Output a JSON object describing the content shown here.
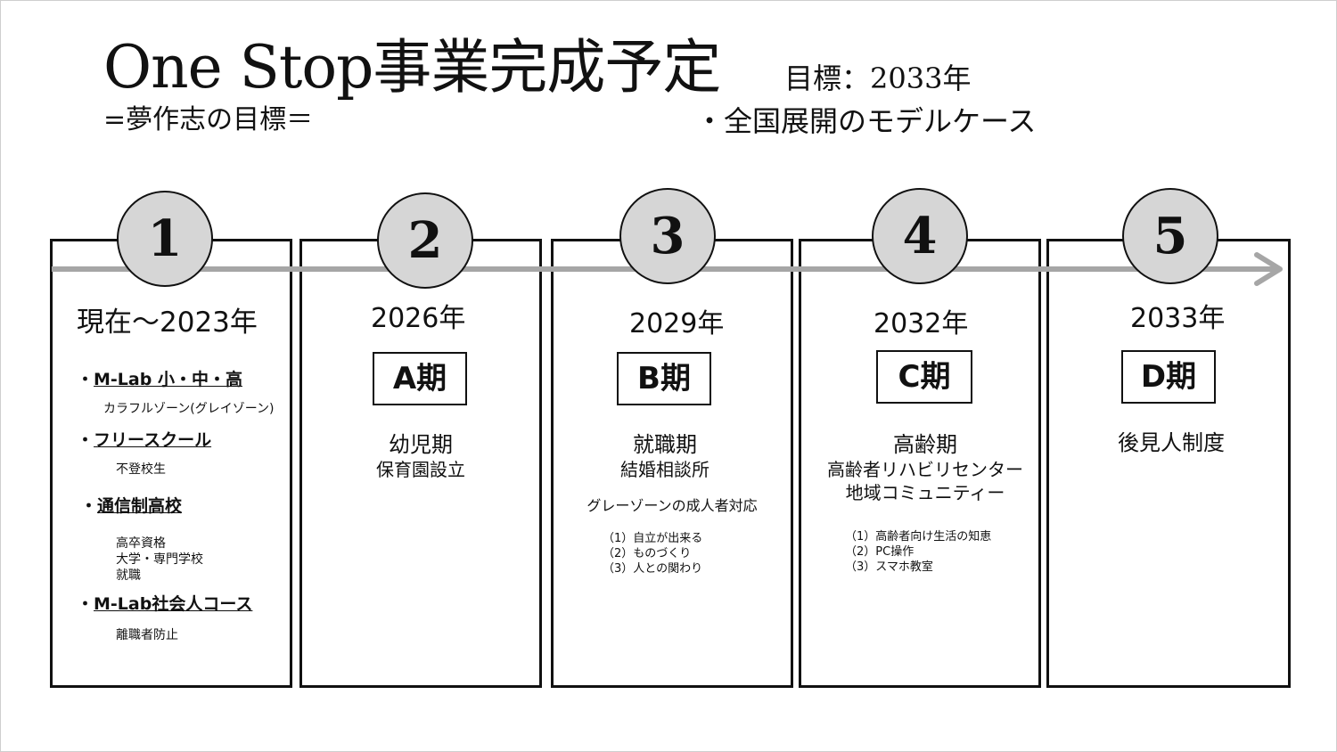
{
  "header": {
    "title": "One Stop事業完成予定",
    "subtitle": "=夢作志の目標＝",
    "goal": "目標：2033年",
    "model": "・全国展開のモデルケース"
  },
  "stages": [
    {
      "number": "1",
      "year": "現在～2023年",
      "items": [
        {
          "bullet": "・",
          "label": "M-Lab 小・中・高",
          "notes": [
            "カラフルゾーン(グレイゾーン)"
          ]
        },
        {
          "bullet": "・",
          "label": "フリースクール",
          "notes": [
            "不登校生"
          ]
        },
        {
          "bullet": "・",
          "label": "通信制高校",
          "notes": [
            "高卒資格",
            "大学・専門学校",
            "就職"
          ]
        },
        {
          "bullet": "・",
          "label": "M-Lab社会人コース",
          "notes": [
            "離職者防止"
          ]
        }
      ]
    },
    {
      "number": "2",
      "year": "2026年",
      "phase": "A期",
      "heading": "幼児期",
      "sub": [
        "保育園設立"
      ]
    },
    {
      "number": "3",
      "year": "2029年",
      "phase": "B期",
      "heading": "就職期",
      "sub": [
        "結婚相談所"
      ],
      "extra": "グレーゾーンの成人者対応",
      "notes": [
        "（1）自立が出来る",
        "（2）ものづくり",
        "（3）人との関わり"
      ]
    },
    {
      "number": "4",
      "year": "2032年",
      "phase": "C期",
      "heading": "高齢期",
      "sub": [
        "高齢者リハビリセンター",
        "地域コミュニティー"
      ],
      "notes": [
        "（1）高齢者向け生活の知恵",
        "（2）PC操作",
        "（3）スマホ教室"
      ]
    },
    {
      "number": "5",
      "year": "2033年",
      "phase": "D期",
      "heading": "後見人制度"
    }
  ],
  "colors": {
    "arrow": "#a6a6a6",
    "circle": "#d6d6d6",
    "border": "#111111"
  }
}
